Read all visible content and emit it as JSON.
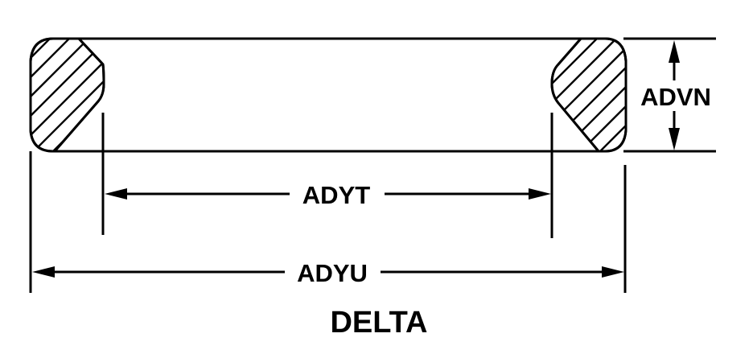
{
  "diagram": {
    "title": "DELTA",
    "dimensions": {
      "height_label": "ADVN",
      "inner_width_label": "ADYT",
      "outer_width_label": "ADYU"
    },
    "part_description": "Seal ring cross-section with hatched left and right sections",
    "colors": {
      "line": "#000000",
      "background": "#ffffff"
    }
  }
}
